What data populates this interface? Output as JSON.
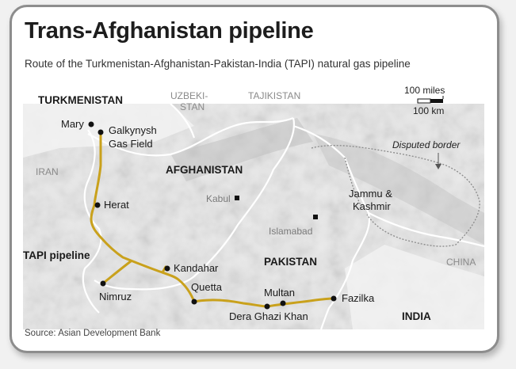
{
  "title": "Trans-Afghanistan pipeline",
  "subtitle": "Route of the Turkmenistan-Afghanistan-Pakistan-India (TAPI) natural gas pipeline",
  "source": "Source: Asian Development Bank",
  "scale": {
    "miles": "100 miles",
    "km": "100 km"
  },
  "legend": {
    "pipeline": "TAPI pipeline",
    "disputed": "Disputed border"
  },
  "countries": {
    "turkmenistan": "TURKMENISTAN",
    "uzbekistan_1": "UZBEKI-",
    "uzbekistan_2": "STAN",
    "tajikistan": "TAJIKISTAN",
    "iran": "IRAN",
    "afghanistan": "AFGHANISTAN",
    "pakistan": "PAKISTAN",
    "china": "CHINA",
    "india": "INDIA",
    "jammu_kashmir_1": "Jammu &",
    "jammu_kashmir_2": "Kashmir"
  },
  "places": {
    "mary": "Mary",
    "galkynysh_1": "Galkynysh",
    "galkynysh_2": "Gas Field",
    "herat": "Herat",
    "kabul": "Kabul",
    "islamabad": "Islamabad",
    "kandahar": "Kandahar",
    "nimruz": "Nimruz",
    "quetta": "Quetta",
    "multan": "Multan",
    "dera_ghazi_khan": "Dera Ghazi Khan",
    "fazilka": "Fazilka"
  },
  "colors": {
    "pipeline": "#c9a11c",
    "border": "#ffffff",
    "disputed": "#8a8a8a",
    "terrain": "#d8d8d8"
  }
}
